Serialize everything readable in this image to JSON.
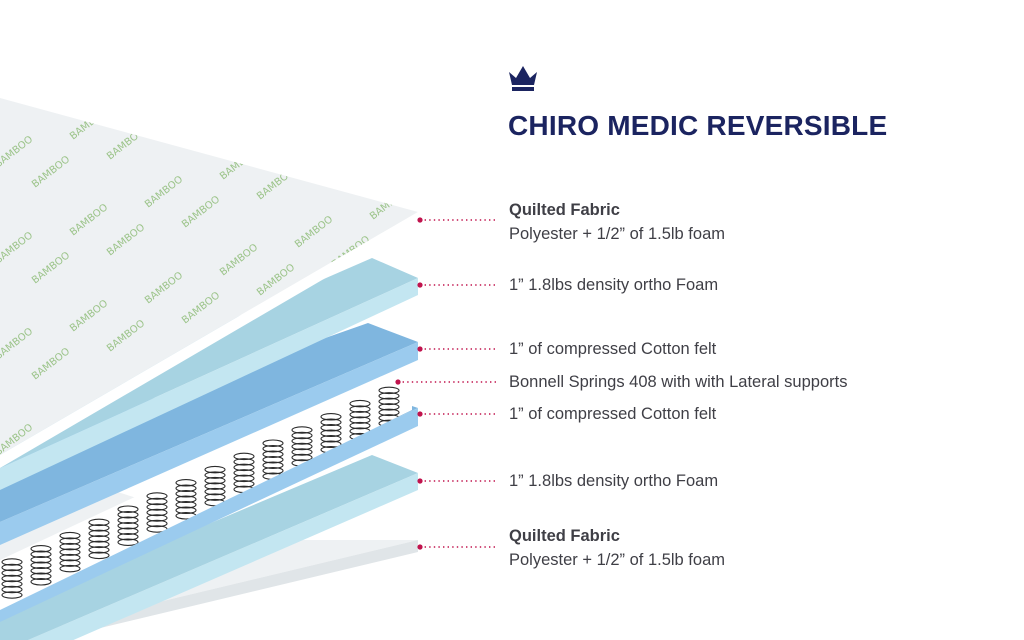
{
  "title": "CHIRO MEDIC REVERSIBLE",
  "icon": "crown-icon",
  "colors": {
    "title": "#1b2460",
    "text": "#3f3f46",
    "leader_dot": "#c0134d",
    "quilt_top": "#eef1f3",
    "foam_top": "#a7d3e2",
    "felt_top": "#7fb6df",
    "springs": "#2b2b2b",
    "bamboo_print": "#9cc48a"
  },
  "fabric_print": "BAMBOO",
  "layers": [
    {
      "name": "Quilted Fabric",
      "detail": "Polyester + 1/2” of 1.5lb foam"
    },
    {
      "detail": "1” 1.8lbs density ortho Foam"
    },
    {
      "detail": "1” of compressed Cotton felt"
    },
    {
      "detail": "Bonnell Springs 408 with with Lateral supports"
    },
    {
      "detail": "1” of compressed Cotton felt"
    },
    {
      "detail": "1” 1.8lbs density ortho Foam"
    },
    {
      "name": "Quilted Fabric",
      "detail": "Polyester + 1/2” of 1.5lb foam"
    }
  ]
}
